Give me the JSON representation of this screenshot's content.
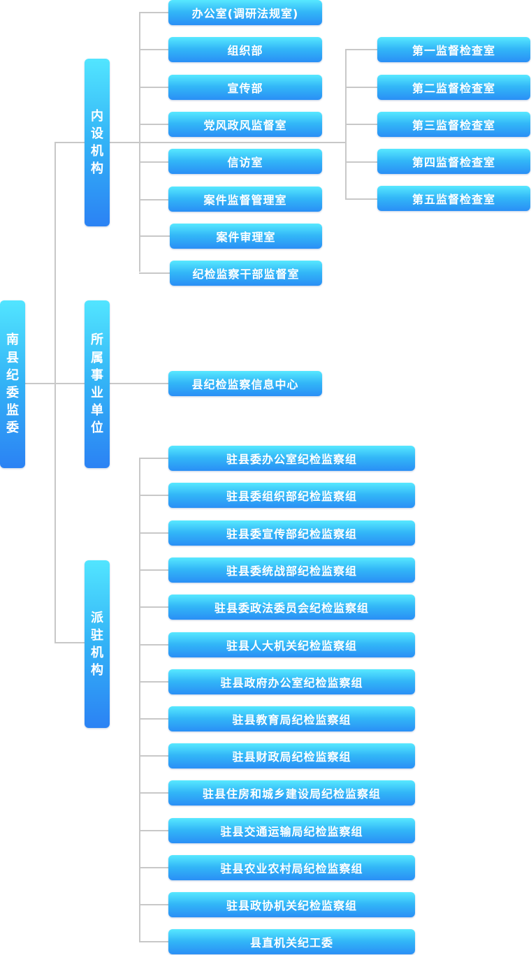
{
  "root": {
    "label": "南县纪委监委"
  },
  "groups": [
    {
      "label": "内设机构"
    },
    {
      "label": "所属事业单位"
    },
    {
      "label": "派驻机构"
    }
  ],
  "internal": [
    "办公室(调研法规室)",
    "组织部",
    "宣传部",
    "党风政风监督室",
    "信访室",
    "案件监督管理室",
    "案件审理室",
    "纪检监察干部监督室"
  ],
  "supervision": [
    "第一监督检查室",
    "第二监督检查室",
    "第三监督检查室",
    "第四监督检查室",
    "第五监督检查室"
  ],
  "affiliated": [
    "县纪检监察信息中心"
  ],
  "dispatched": [
    "驻县委办公室纪检监察组",
    "驻县委组织部纪检监察组",
    "驻县委宣传部纪检监察组",
    "驻县委统战部纪检监察组",
    "驻县委政法委员会纪检监察组",
    "驻县人大机关纪检监察组",
    "驻县政府办公室纪检监察组",
    "驻县教育局纪检监察组",
    "驻县财政局纪检监察组",
    "驻县住房和城乡建设局纪检监察组",
    "驻县交通运输局纪检监察组",
    "驻县农业农村局纪检监察组",
    "驻县政协机关纪检监察组",
    "县直机关纪工委"
  ]
}
